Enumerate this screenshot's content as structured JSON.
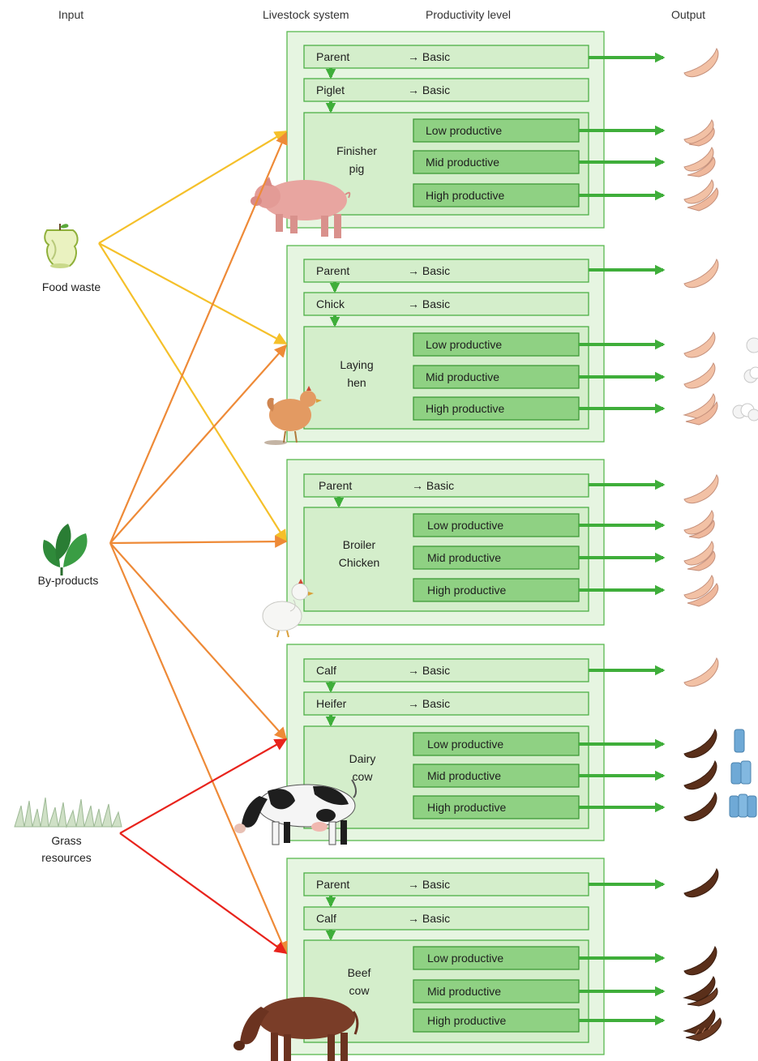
{
  "headers": {
    "input": "Input",
    "livestock": "Livestock system",
    "productivity": "Productivity level",
    "output": "Output"
  },
  "inputs": [
    {
      "label": "Food waste",
      "icon": "apple-core-icon"
    },
    {
      "label": "By-products",
      "icon": "leafy-greens-icon"
    },
    {
      "label": "Grass resources",
      "label_lines": [
        "Grass",
        "resources"
      ],
      "icon": "grass-icon"
    }
  ],
  "systems": [
    {
      "key": "pig",
      "animal_icon": "pig-icon",
      "rows": [
        {
          "name": "Parent",
          "level": "→ Basic"
        },
        {
          "name": "Piglet",
          "level": "→ Basic"
        }
      ],
      "main_lines": [
        "Finisher",
        "pig"
      ],
      "levels": [
        "Low productive",
        "Mid productive",
        "High productive"
      ],
      "outputs": [
        "meat-icon",
        "meat-icon",
        "meat-icon",
        "meat-icon"
      ]
    },
    {
      "key": "laying-hen",
      "animal_icon": "hen-icon",
      "rows": [
        {
          "name": "Parent",
          "level": "→ Basic"
        },
        {
          "name": "Chick",
          "level": "→ Basic"
        }
      ],
      "main_lines": [
        "Laying",
        "hen"
      ],
      "levels": [
        "Low productive",
        "Mid productive",
        "High productive"
      ],
      "outputs": [
        "meat-icon",
        "meat-and-egg-icon",
        "meat-and-egg-icon",
        "meat-and-egg-icon"
      ]
    },
    {
      "key": "broiler",
      "animal_icon": "chicken-icon",
      "rows": [
        {
          "name": "Parent",
          "level": "→ Basic"
        }
      ],
      "main_lines": [
        "Broiler",
        "Chicken"
      ],
      "levels": [
        "Low productive",
        "Mid productive",
        "High productive"
      ],
      "outputs": [
        "meat-icon",
        "meat-icon",
        "meat-icon",
        "meat-icon"
      ]
    },
    {
      "key": "dairy",
      "animal_icon": "dairy-cow-icon",
      "rows": [
        {
          "name": "Calf",
          "level": "→ Basic"
        },
        {
          "name": "Heifer",
          "level": "→ Basic"
        }
      ],
      "main_lines": [
        "Dairy",
        "cow"
      ],
      "levels": [
        "Low productive",
        "Mid productive",
        "High productive"
      ],
      "outputs": [
        "meat-icon",
        "beef-and-milk-icon",
        "beef-and-milk-icon",
        "beef-and-milk-icon"
      ]
    },
    {
      "key": "beef",
      "animal_icon": "beef-cow-icon",
      "rows": [
        {
          "name": "Parent",
          "level": "→ Basic"
        },
        {
          "name": "Calf",
          "level": "→ Basic"
        }
      ],
      "main_lines": [
        "Beef",
        "cow"
      ],
      "levels": [
        "Low productive",
        "Mid productive",
        "High productive"
      ],
      "outputs": [
        "beef-icon",
        "beef-icon",
        "beef-icon",
        "beef-icon"
      ]
    }
  ],
  "colors": {
    "food_waste_arrow": "#f5c02a",
    "by_products_arrow": "#ee8a37",
    "grass_arrow": "#e8231c",
    "flow_green": "#3fae3a",
    "light_meat": "#f2c1a5",
    "dark_meat": "#5a2f1a",
    "milk": "#6fa9d6"
  }
}
